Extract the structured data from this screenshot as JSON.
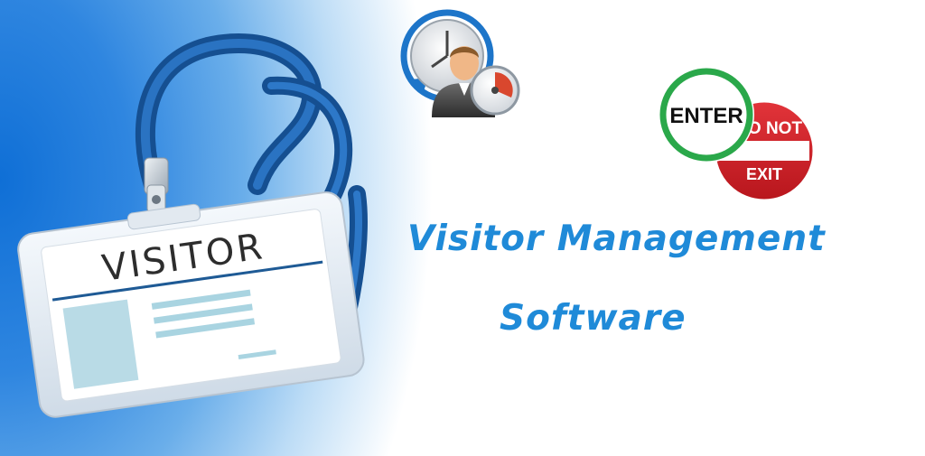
{
  "headline": {
    "line1": "Visitor Management",
    "line2": "Software"
  },
  "badge": {
    "label": "VISITOR"
  },
  "signs": {
    "enter": "ENTER",
    "do_not": "O NOT",
    "exit": "EXIT"
  },
  "icons": {
    "badge": "visitor-badge-icon",
    "lanyard": "lanyard-icon",
    "clock_user": "clock-user-icon",
    "enter": "enter-sign-icon",
    "do_not_exit": "do-not-exit-sign-icon"
  },
  "colors": {
    "headline": "#1f8ad8",
    "lanyard": "#1a5fa8",
    "enter_ring": "#2aa84a",
    "stop_red": "#d8232a"
  }
}
